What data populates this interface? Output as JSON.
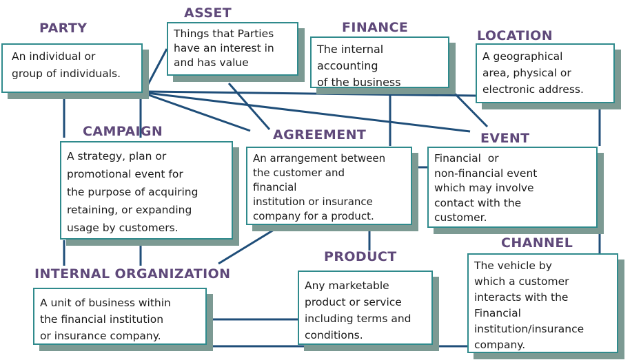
{
  "colors": {
    "title_text": "#5F497A",
    "body_text": "#1A1A1A",
    "box_border": "#2F8A8C",
    "box_shadow": "#7C9A93",
    "connector_line": "#1F4E79",
    "background": "#FFFFFF"
  },
  "nodes": {
    "party": {
      "title": "PARTY",
      "body": "An individual or\ngroup of individuals."
    },
    "asset": {
      "title": "ASSET",
      "body": "Things that Parties\nhave an interest in\nand has value"
    },
    "finance": {
      "title": "FINANCE",
      "body": "The internal\naccounting\nof the business"
    },
    "location": {
      "title": "LOCATION",
      "body": "A geographical\narea, physical or\nelectronic address."
    },
    "campaign": {
      "title": "CAMPAIGN",
      "body": "A strategy, plan or\npromotional event for\nthe purpose of acquiring\nretaining, or expanding\nusage by customers."
    },
    "agreement": {
      "title": "AGREEMENT",
      "body": "An arrangement between\nthe customer and\nfinancial\ninstitution or insurance\ncompany for a product."
    },
    "event": {
      "title": "EVENT",
      "body": "Financial  or\nnon-financial event\nwhich may involve\ncontact with the\ncustomer."
    },
    "internal_organization": {
      "title": "INTERNAL ORGANIZATION",
      "body": "A unit of business within\nthe financial institution\nor insurance company."
    },
    "product": {
      "title": "PRODUCT",
      "body": "Any marketable\nproduct or service\nincluding terms and\nconditions."
    },
    "channel": {
      "title": "CHANNEL",
      "body": "The vehicle by\nwhich a customer\ninteracts with the\nFinancial\ninstitution/insurance\ncompany."
    }
  },
  "edges": [
    {
      "from": "party",
      "to": "asset"
    },
    {
      "from": "party",
      "to": "campaign"
    },
    {
      "from": "party",
      "to": "campaign"
    },
    {
      "from": "party",
      "to": "location"
    },
    {
      "from": "party",
      "to": "event"
    },
    {
      "from": "party",
      "to": "agreement"
    },
    {
      "from": "asset",
      "to": "agreement"
    },
    {
      "from": "finance",
      "to": "agreement"
    },
    {
      "from": "finance",
      "to": "event"
    },
    {
      "from": "location",
      "to": "event"
    },
    {
      "from": "agreement",
      "to": "event"
    },
    {
      "from": "agreement",
      "to": "product"
    },
    {
      "from": "agreement",
      "to": "internal_organization"
    },
    {
      "from": "campaign",
      "to": "internal_organization"
    },
    {
      "from": "campaign",
      "to": "internal_organization"
    },
    {
      "from": "internal_organization",
      "to": "product"
    },
    {
      "from": "internal_organization",
      "to": "channel"
    },
    {
      "from": "event",
      "to": "channel"
    }
  ]
}
